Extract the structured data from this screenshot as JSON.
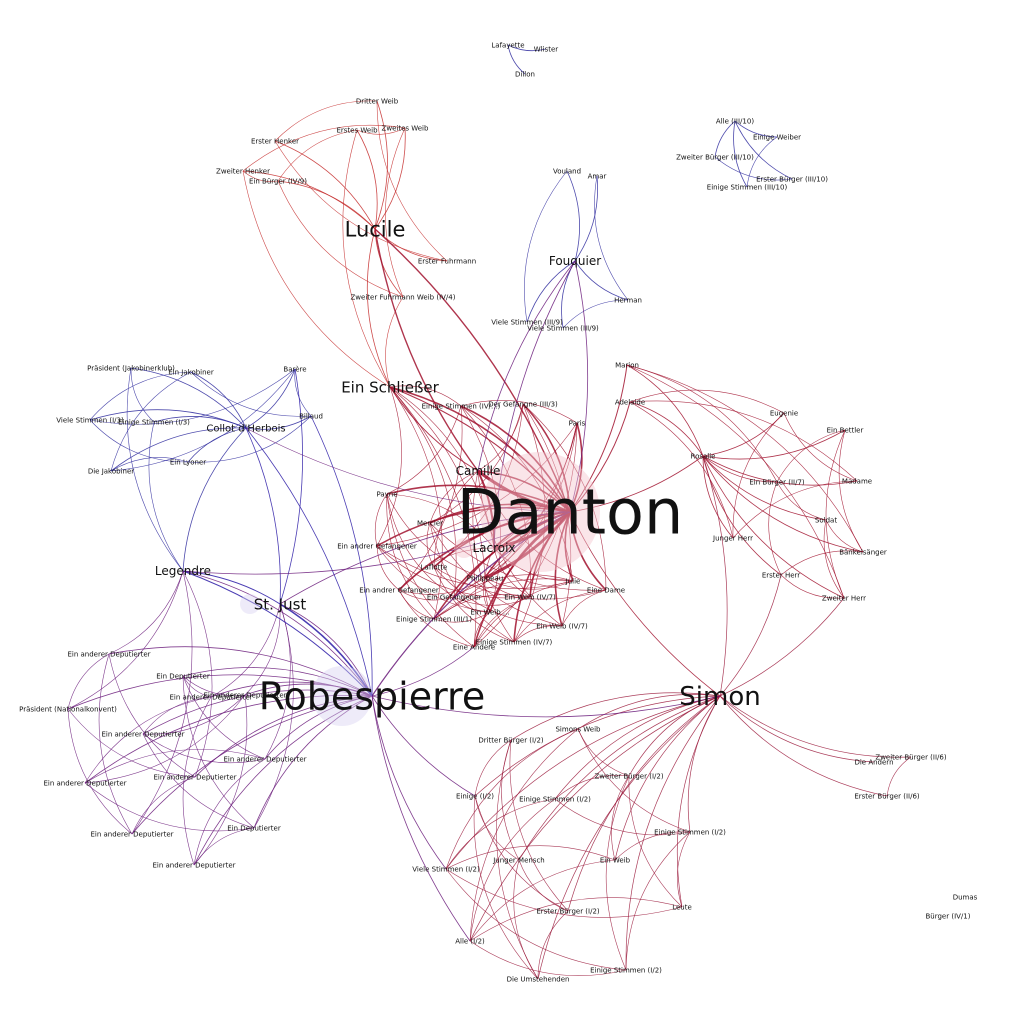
{
  "graph": {
    "colors": {
      "danton": "#a1122e",
      "robespierre": "#2a1aa6",
      "simon": "#9b1a3c",
      "mix": "#6a1a7a",
      "blue": "#2e2a9e",
      "red": "#c42a2a"
    },
    "nodes": {
      "danton": "Danton",
      "robespierre": "Robespierre",
      "simon": "Simon",
      "lucile": "Lucile",
      "ein_schliesser": "Ein Schließer",
      "st_just": "St. Just",
      "legendre": "Legendre",
      "camille": "Camille",
      "lacroix": "Lacroix",
      "fouquier": "Fouquier",
      "collot": "Collot d'Herbois",
      "lafayette": "Lafayette",
      "wlister": "Wlister",
      "dillon": "Dillon",
      "dritter_weib": "Dritter Weib",
      "erstes_weib": "Erstes Weib",
      "zweites_weib": "Zweites Weib",
      "erster_henker": "Erster Henker",
      "zweiter_henker": "Zweiter Henker",
      "ein_buerger_iv9": "Ein Bürger (IV/9)",
      "erster_fuhrmann": "Erster Fuhrmann",
      "zweiter_fuhrmann": "Zweiter Fuhrmann Weib (IV/4)",
      "vouland": "Vouland",
      "amar": "Amar",
      "herman": "Herman",
      "alle_iii10": "Alle (III/10)",
      "einige_weiber": "Einige Weiber",
      "zweiter_buerger_iii10": "Zweiter Bürger (III/10)",
      "erster_buerger_iii10": "Erster Bürger (III/10)",
      "einige_stimmen_iii10": "Einige Stimmen (III/10)",
      "viele_stimmen_iii9a": "Viele Stimmen (III/9)",
      "viele_stimmen_iii9b": "Viele Stimmen (III/9)",
      "praesident_jakobiner": "Präsident (Jakobinerklub)",
      "ein_jakobiner": "Ein Jakobiner",
      "viele_stimmen_i3": "Viele Stimmen (I/3)",
      "einige_stimmen_i3": "Einige Stimmen (I/3)",
      "ein_lyoner": "Ein Lyoner",
      "die_jakobiner": "Die Jakobiner",
      "barere": "Barère",
      "billaud": "Billaud",
      "einige_stimmen_iv": "Einige Stimmen (IV/...)",
      "der_gefangne": "Der Gefangne (III/3)",
      "marion": "Marion",
      "adelaide": "Adelaide",
      "paris": "Paris",
      "eugenie": "Eugenie",
      "ein_bettler": "Ein Bettler",
      "rosalie": "Rosalie",
      "ein_buerger_ii7": "Ein Bürger (II/7)",
      "madame": "Madame",
      "soldat": "Soldat",
      "baenkelsaenger": "Bänkelsänger",
      "junger_herr": "Junger Herr",
      "erster_herr": "Erster Herr",
      "zweiter_herr": "Zweiter Herr",
      "payne": "Payne",
      "mercier": "Mercier",
      "ein_anderer_gefangener": "Ein andrer Gefangener",
      "ein_anderer_gefangener2": "Ein andrer Gefangener",
      "laflotte": "Laflotte",
      "philippeau": "Philippeau",
      "julie": "Julie",
      "eine_dame": "Eine Dame",
      "ein_gefangener": "Ein Gefangener",
      "ein_weib_iv7a": "Ein Weib (IV/7)",
      "ein_weib_iv7b": "Ein Weib (IV/7)",
      "einige_stimmen_iii1": "Einige Stimmen (III/1)",
      "ein_weib_iii": "Ein Weib ...",
      "einige_stimmen_iv7": "Einige Stimmen (IV/7)",
      "eine_andere": "Eine Andere",
      "ein_anderer_dep1": "Ein anderer Deputierter",
      "ein_deputierter1": "Ein Deputierter",
      "ein_anderer_dep2": "Ein anderer Deputierter",
      "praesident_nk": "Präsident (Nationalkonvent)",
      "ein_anderer_dep3": "Ein anderer Deputierter",
      "ein_anderer_dep4": "Ein anderer Deputierter",
      "ein_anderer_dep5": "Ein anderer Deputierter",
      "ein_anderer_dep6": "Ein anderer Deputierter",
      "ein_anderer_dep7": "Ein anderer Deputierter",
      "ein_deputierter2": "Ein Deputierter",
      "ein_anderer_dep8": "Ein anderer Deputierter",
      "ein_anderer_dep9": "Ein anderer Deputierter",
      "dritter_buerger_i2": "Dritter Bürger (I/2)",
      "simons_weib": "Simons Weib",
      "zweiter_buerger_i2": "Zweiter Bürger (I/2)",
      "einige_i2": "Einige (I/2)",
      "einige_stimmen_i2a": "Einige Stimmen (I/2)",
      "einige_stimmen_i2b": "Einige Stimmen (I/2)",
      "junger_mensch": "Junger Mensch",
      "ein_weib": "Ein Weib",
      "viele_stimmen_i2": "Viele Stimmen (I/2)",
      "erster_buerger_i2": "Erster Bürger (I/2)",
      "leute": "Leute",
      "alle_i2": "Alle (I/2)",
      "die_umstehenden": "Die Umstehenden",
      "einige_stimmen_i2c": "Einige Stimmen (I/2)",
      "die_andern": "Die Andern",
      "zweiter_buerger_ii6": "Zweiter Bürger (II/6)",
      "erster_buerger_ii6": "Erster Bürger (II/6)",
      "dumas": "Dumas",
      "buerger_iv1": "Bürger (IV/1)"
    }
  }
}
